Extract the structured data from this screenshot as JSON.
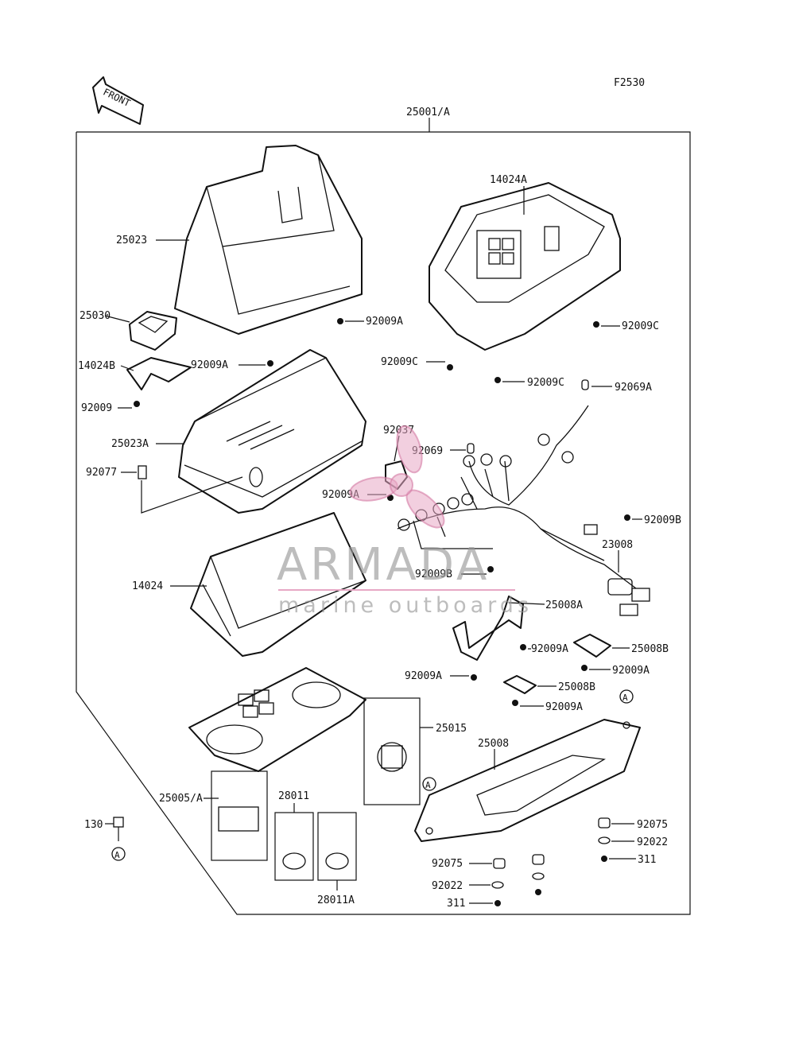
{
  "diagram_code": "F2530",
  "front_label": "FRONT",
  "assembly_label": "25001/A",
  "watermark": {
    "brand": "ARMADA",
    "tagline": "marine outboards"
  },
  "labels": {
    "p14024A": "14024A",
    "p25023": "25023",
    "p25030": "25030",
    "p92009A_1": "92009A",
    "p92009C_1": "92009C",
    "p14024B": "14024B",
    "p92009A_2": "92009A",
    "p92009C_2": "92009C",
    "p92009C_3": "92009C",
    "p92069A": "92069A",
    "p92009": "92009",
    "p92037": "92037",
    "p25023A": "25023A",
    "p92069": "92069",
    "p92077": "92077",
    "p92009A_3": "92009A",
    "p92009B_1": "92009B",
    "p23008": "23008",
    "p14024": "14024",
    "p92009B_2": "92009B",
    "p25008A": "25008A",
    "p92009A_4": "92009A",
    "p25008B_1": "25008B",
    "p92009A_5": "92009A",
    "p92009A_6": "92009A",
    "p25008B_2": "25008B",
    "p92009A_7": "92009A",
    "p25015": "25015",
    "p25008": "25008",
    "p25005A": "25005/A",
    "p28011": "28011",
    "p130": "130",
    "p92075_1": "92075",
    "p92022_1": "92022",
    "p311_1": "311",
    "p92075_2": "92075",
    "p92022_2": "92022",
    "p311_2": "311",
    "p28011A": "28011A",
    "refA": "A"
  }
}
